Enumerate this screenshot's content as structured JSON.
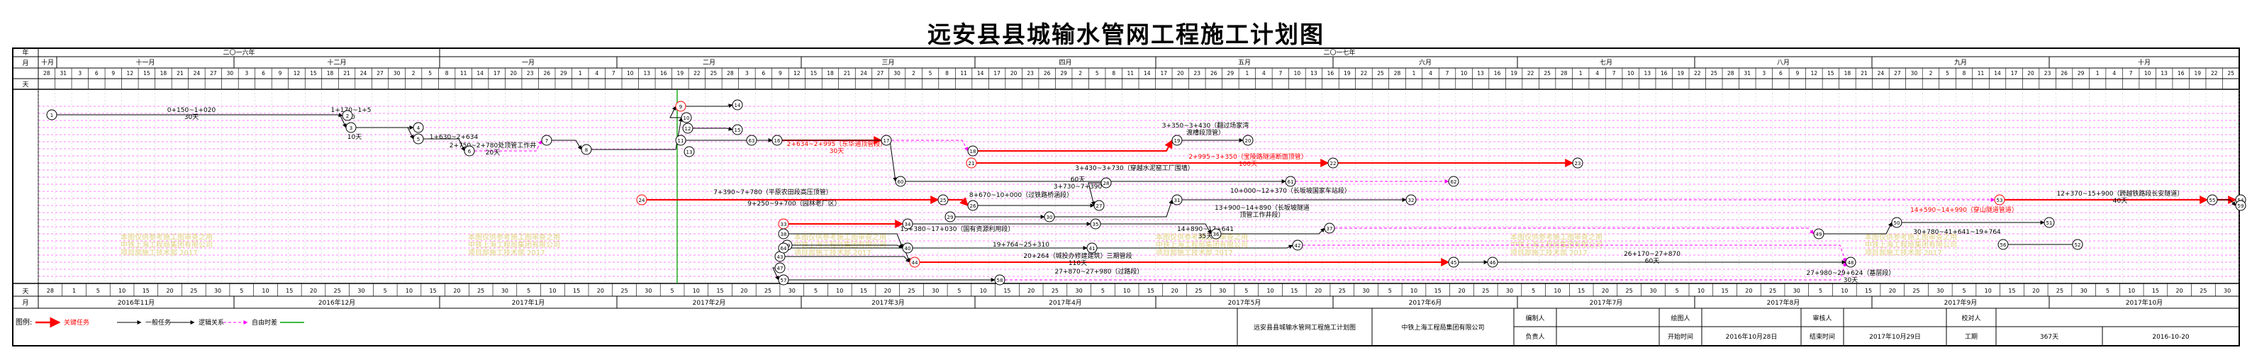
{
  "title": "远安县县城输水管网工程施工计划图",
  "colors": {
    "critical": "#ff0000",
    "normal": "#000000",
    "logic": "#000000",
    "float": "#ff00ff",
    "spare": "#00a000",
    "watermark": "#e0d080",
    "grid": "#000000",
    "dash": "#ff00ff"
  },
  "header": {
    "labels": {
      "year": "年",
      "month": "月",
      "day": "天"
    },
    "years": [
      {
        "label": "二〇一六年"
      },
      {
        "label": "二〇一七年"
      }
    ],
    "months": [
      "十月",
      "十一月",
      "十二月",
      "一月",
      "二月",
      "三月",
      "四月",
      "五月",
      "六月",
      "七月",
      "八月",
      "九月",
      "十月"
    ],
    "day_ticks": [
      "28",
      "31",
      "3",
      "6",
      "9",
      "12",
      "15",
      "18",
      "21",
      "24",
      "27",
      "30",
      "3",
      "6",
      "9",
      "12",
      "15",
      "18",
      "21",
      "24",
      "27",
      "30",
      "2",
      "5",
      "8",
      "11",
      "14",
      "17",
      "20",
      "23",
      "26",
      "29",
      "1",
      "4",
      "7",
      "10",
      "13",
      "16",
      "19",
      "22",
      "25",
      "28",
      "3",
      "6",
      "9",
      "12",
      "15",
      "18",
      "21",
      "24",
      "27",
      "30",
      "2",
      "5",
      "8",
      "11",
      "14",
      "17",
      "20",
      "23",
      "26",
      "29",
      "2",
      "5",
      "8",
      "11",
      "14",
      "17",
      "20",
      "23",
      "26",
      "29",
      "1",
      "4",
      "7",
      "10",
      "13",
      "16",
      "19",
      "22",
      "25",
      "28",
      "1",
      "4",
      "7",
      "10",
      "13",
      "16",
      "19",
      "22",
      "25",
      "28",
      "1",
      "4",
      "7",
      "10",
      "13",
      "16",
      "19",
      "22",
      "25",
      "28",
      "31",
      "3",
      "6",
      "9",
      "12",
      "15",
      "18",
      "21",
      "24",
      "27",
      "30",
      "2",
      "5",
      "8",
      "11",
      "14",
      "17",
      "20",
      "23",
      "26",
      "29",
      "1",
      "4",
      "7",
      "10",
      "13",
      "16",
      "19",
      "22",
      "25"
    ]
  },
  "footer": {
    "labels": {
      "day": "天",
      "month": "月"
    },
    "day_ticks": [
      "28",
      "1",
      "5",
      "10",
      "15",
      "20",
      "25",
      "30",
      "5",
      "10",
      "15",
      "20",
      "25",
      "30",
      "5",
      "10",
      "15",
      "20",
      "25",
      "30",
      "5",
      "10",
      "15",
      "20",
      "25",
      "30",
      "5",
      "10",
      "15",
      "20",
      "25",
      "30",
      "5",
      "10",
      "15",
      "20",
      "25",
      "30",
      "5",
      "10",
      "15",
      "20",
      "25",
      "30",
      "5",
      "10",
      "15",
      "20",
      "25",
      "30",
      "5",
      "10",
      "15",
      "20",
      "25",
      "30",
      "5",
      "10",
      "15",
      "20",
      "25",
      "30",
      "5",
      "10",
      "15",
      "20",
      "25",
      "30",
      "5",
      "10",
      "15",
      "20",
      "25",
      "30",
      "5",
      "10",
      "15",
      "20",
      "25",
      "30",
      "5",
      "10",
      "15",
      "20",
      "25",
      "30",
      "5",
      "10",
      "15",
      "20",
      "25",
      "30"
    ],
    "months": [
      "2016年11月",
      "2016年12月",
      "2017年1月",
      "2017年2月",
      "2017年3月",
      "2017年4月",
      "2017年5月",
      "2017年6月",
      "2017年7月",
      "2017年8月",
      "2017年9月",
      "2017年10月"
    ]
  },
  "legend": {
    "label": "图例:",
    "items": [
      {
        "label": "关键任务",
        "kind": "critical"
      },
      {
        "label": "一般任务",
        "kind": "normal"
      },
      {
        "label": "逻辑关系",
        "kind": "logic"
      },
      {
        "label": "自由时差",
        "kind": "float"
      },
      {
        "label": "",
        "kind": "spare"
      }
    ]
  },
  "info_block": {
    "project": "远安县县城输水管网工程施工计划图",
    "company": "中铁上海工程局集团有限公司",
    "row1": [
      "编制人",
      "",
      "绘图人",
      "",
      "审核人",
      "",
      "校对人",
      ""
    ],
    "row2": [
      "负责人",
      "",
      "开始时间",
      "2016年10月28日",
      "结束时间",
      "2017年10月29日",
      "工期",
      "367天",
      "2016-10-20"
    ]
  },
  "tasks": [
    {
      "label": "0+150~1+020",
      "dur": "30天"
    },
    {
      "label": "1+170~1+5",
      "dur": "00"
    },
    {
      "label": "10天",
      "dur": ""
    },
    {
      "label": "1+630~2+634",
      "dur": ""
    },
    {
      "label": "2+750~2+780处顶管工作井",
      "dur": "20天"
    },
    {
      "label": "2+634~2+995（东华通顶管段）",
      "dur": "30天"
    },
    {
      "label": "3+350~3+430（翻过场家湾",
      "dur": "渡槽段顶管）"
    },
    {
      "label": "2+995~3+350（宝陵路隧道断面顶管）",
      "dur": "100天"
    },
    {
      "label": "3+430~3+730（穿越水泥窑工厂围墙）",
      "dur": ""
    },
    {
      "label": "60天",
      "dur": "3+730~7+390"
    },
    {
      "label": "7+390~7+780（平原农田段高压顶管）",
      "dur": ""
    },
    {
      "label": "9+250~9+700（园林老厂区）",
      "dur": ""
    },
    {
      "label": "8+670~10+000（过铁路桥涵段）",
      "dur": ""
    },
    {
      "label": "10+000~12+370（长坂坡国家车站段）",
      "dur": ""
    },
    {
      "label": "13+900~14+890（长坂坡隧道",
      "dur": "顶管工作井段）"
    },
    {
      "label": "14+890~17+641",
      "dur": "35天"
    },
    {
      "label": "13+380~17+030（国有资源利用段）",
      "dur": ""
    },
    {
      "label": "19+764~25+310",
      "dur": ""
    },
    {
      "label": "20+264（城投办修建建筑）三期管段",
      "dur": "110天"
    },
    {
      "label": "26+170~27+870",
      "dur": "60天"
    },
    {
      "label": "27+870~27+980（过路段）",
      "dur": ""
    },
    {
      "label": "27+980~29+624（基层段）",
      "dur": "30天"
    },
    {
      "label": "12+370~15+900（跨越铁路段长安隧道）",
      "dur": "40天"
    },
    {
      "label": "14+590~14+990（穿山隧道管道）",
      "dur": ""
    },
    {
      "label": "30+780~41+641~19+764",
      "dur": ""
    }
  ],
  "nodes": [
    "1",
    "2",
    "3",
    "4",
    "5",
    "6",
    "7",
    "8",
    "9",
    "10",
    "11",
    "12",
    "13",
    "14",
    "15",
    "16",
    "17",
    "18",
    "19",
    "20",
    "21",
    "22",
    "23",
    "24",
    "25",
    "26",
    "27",
    "28",
    "29",
    "30",
    "31",
    "32",
    "33",
    "34",
    "35",
    "36",
    "37",
    "38",
    "39",
    "40",
    "41",
    "42",
    "43",
    "44",
    "45",
    "46",
    "47",
    "48",
    "49",
    "50",
    "51",
    "52",
    "53",
    "54",
    "55",
    "56",
    "57",
    "58",
    "59",
    "60",
    "61",
    "62",
    "63",
    "64"
  ],
  "watermark": [
    "本图仅供参考施工图审查之用",
    "中铁上海工程局集团有限公司",
    "项目部施工技术部 2017"
  ]
}
